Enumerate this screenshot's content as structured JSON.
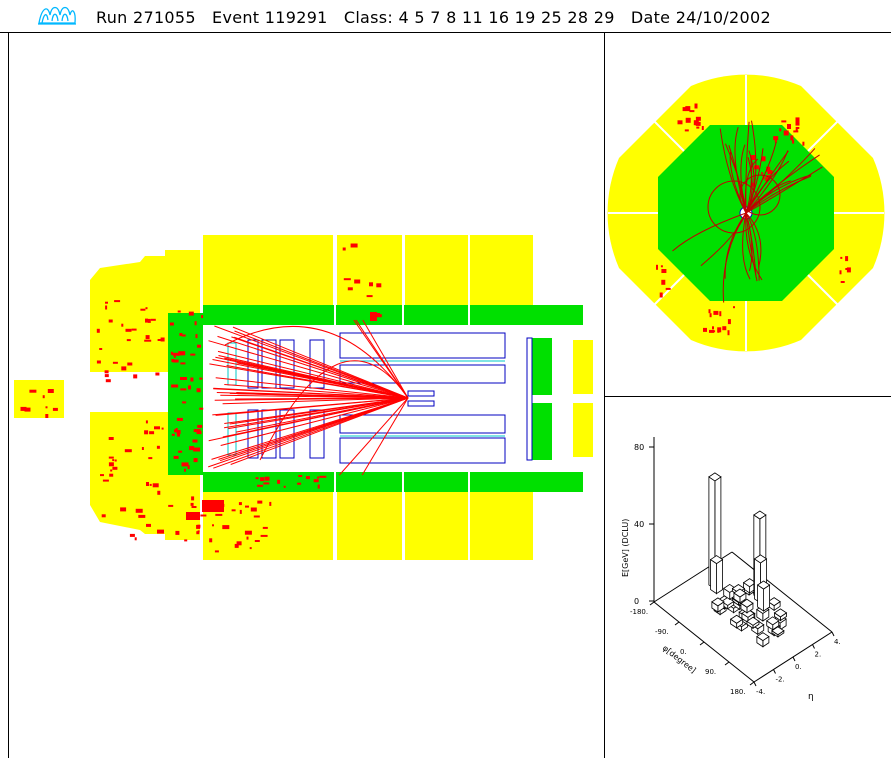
{
  "header": {
    "run_label": "Run",
    "run": "271055",
    "event_label": "Event",
    "event": "119291",
    "class_label": "Class:",
    "classes": "4 5 7 8 11 16 19 25 28 29",
    "date_label": "Date",
    "date": "24/10/2002"
  },
  "colors": {
    "calorimeter_outer": "#ffff00",
    "calorimeter_inner": "#00e000",
    "deposits": "#ff0000",
    "tracks": "#ff0000",
    "tracker_outline": "#0000c0",
    "tracker_accent": "#00c8c8",
    "logo": "#00b8ff"
  },
  "lego": {
    "ylabel": "E[GeV] (DCLU)",
    "y_ticks": [
      "80",
      "40",
      "0"
    ],
    "phi_label": "φ[degree]",
    "phi_ticks": [
      "-180.",
      "-90.",
      "0.",
      "90.",
      "180."
    ],
    "eta_label": "η",
    "eta_ticks": [
      "-4.",
      "-2.",
      "0.",
      "2.",
      "4."
    ]
  }
}
